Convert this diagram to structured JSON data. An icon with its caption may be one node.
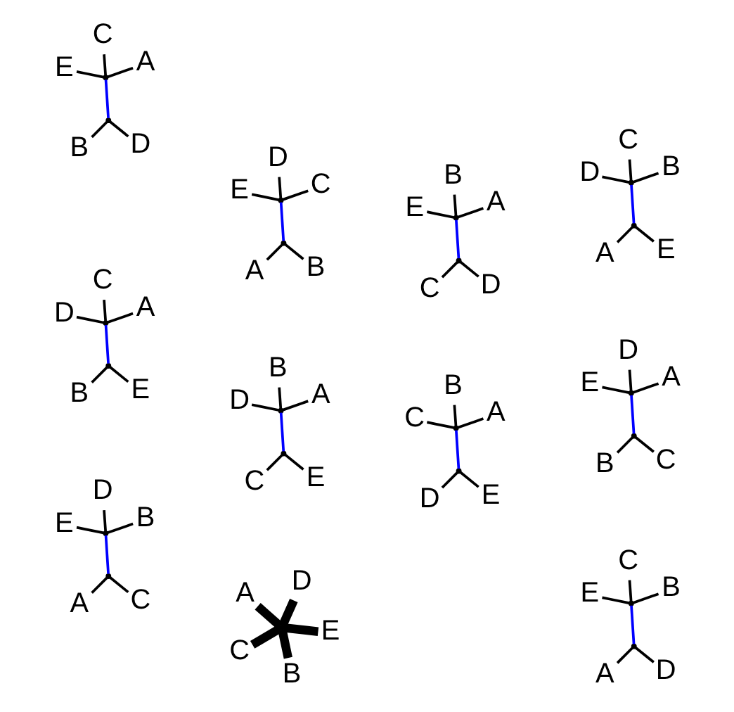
{
  "diagram": {
    "nodes": [
      {
        "text": [
          "C"
        ]
      },
      {
        "text": [
          "E"
        ]
      },
      {
        "text": [],
        "shape": "point"
      },
      {
        "text": [],
        "shape": "point"
      },
      {
        "text": [
          "A"
        ]
      },
      {
        "text": [
          "B"
        ]
      },
      {
        "text": [
          "D"
        ]
      },
      {
        "text": [
          "D"
        ]
      },
      {
        "text": [
          "E"
        ]
      },
      {
        "text": [],
        "shape": "point"
      },
      {
        "text": [],
        "shape": "point"
      },
      {
        "text": [
          "A"
        ]
      },
      {
        "text": [
          "B"
        ]
      },
      {
        "text": [
          "C"
        ]
      },
      {
        "text": [
          "C"
        ]
      },
      {
        "text": [
          "D"
        ]
      },
      {
        "text": [],
        "shape": "point"
      },
      {
        "text": [],
        "shape": "point"
      },
      {
        "text": [
          "A"
        ]
      },
      {
        "text": [
          "B"
        ]
      },
      {
        "text": [
          "E"
        ]
      },
      {
        "text": [
          "A"
        ]
      },
      {
        "text": [
          "B"
        ]
      },
      {
        "text": [],
        "shape": "point"
      },
      {
        "text": [],
        "shape": "point"
      },
      {
        "text": [
          "C"
        ]
      },
      {
        "text": [
          "D"
        ]
      },
      {
        "text": [
          "E"
        ]
      },
      {
        "text": [
          "B"
        ]
      },
      {
        "text": [
          "E"
        ]
      },
      {
        "text": [],
        "shape": "point"
      },
      {
        "text": [],
        "shape": "point"
      },
      {
        "text": [
          "A"
        ]
      },
      {
        "text": [
          "C"
        ]
      },
      {
        "text": [
          "D"
        ]
      },
      {
        "text": [
          "A"
        ]
      },
      {
        "text": [
          "E"
        ]
      },
      {
        "text": [
          "B"
        ]
      },
      {
        "text": [],
        "shape": "point"
      },
      {
        "text": [
          "D"
        ]
      },
      {
        "text": [
          "C"
        ]
      },
      {
        "text": [
          "A"
        ]
      },
      {
        "text": [
          "C"
        ]
      },
      {
        "text": [],
        "shape": "point"
      },
      {
        "text": [],
        "shape": "point"
      },
      {
        "text": [
          "B"
        ]
      },
      {
        "text": [
          "D"
        ]
      },
      {
        "text": [
          "E"
        ]
      },
      {
        "text": [
          "B"
        ]
      },
      {
        "text": [
          "D"
        ]
      },
      {
        "text": [],
        "shape": "point"
      },
      {
        "text": [],
        "shape": "point"
      },
      {
        "text": [
          "A"
        ]
      },
      {
        "text": [
          "C"
        ]
      },
      {
        "text": [
          "E"
        ]
      },
      {
        "text": [
          "A"
        ]
      },
      {
        "text": [
          "D"
        ]
      },
      {
        "text": [],
        "shape": "point"
      },
      {
        "text": [],
        "shape": "point"
      },
      {
        "text": [
          "B"
        ]
      },
      {
        "text": [
          "C"
        ]
      },
      {
        "text": [
          "E"
        ]
      },
      {
        "text": [
          "B"
        ]
      },
      {
        "text": [
          "C"
        ]
      },
      {
        "text": [],
        "shape": "point"
      },
      {
        "text": [],
        "shape": "point"
      },
      {
        "text": [
          "A"
        ]
      },
      {
        "text": [
          "D"
        ]
      },
      {
        "text": [
          "E"
        ]
      },
      {
        "text": [
          "A"
        ]
      },
      {
        "text": [
          "E"
        ]
      },
      {
        "text": [],
        "shape": "point"
      },
      {
        "text": [],
        "shape": "point"
      },
      {
        "text": [
          "B"
        ]
      },
      {
        "text": [
          "C"
        ]
      },
      {
        "text": [
          "D"
        ]
      }
    ],
    "edges": [
      {
        "from": 0,
        "to": 2,
        "arrow": "none"
      },
      {
        "from": 1,
        "to": 2,
        "arrow": "none"
      },
      {
        "from": 2,
        "to": 3,
        "arrow": "none",
        "color": "#0000ff"
      },
      {
        "from": 3,
        "to": 4,
        "arrow": "none"
      },
      {
        "from": 3,
        "to": 5,
        "arrow": "none"
      },
      {
        "from": 3,
        "to": 6,
        "arrow": "none"
      },
      {
        "from": 7,
        "to": 9,
        "arrow": "none"
      },
      {
        "from": 8,
        "to": 9,
        "arrow": "none"
      },
      {
        "from": 9,
        "to": 10,
        "arrow": "none",
        "color": "#0000ff"
      },
      {
        "from": 10,
        "to": 11,
        "arrow": "none"
      },
      {
        "from": 10,
        "to": 12,
        "arrow": "none"
      },
      {
        "from": 10,
        "to": 13,
        "arrow": "none"
      },
      {
        "from": 14,
        "to": 16,
        "arrow": "none"
      },
      {
        "from": 15,
        "to": 16,
        "arrow": "none"
      },
      {
        "from": 16,
        "to": 17,
        "arrow": "none",
        "color": "#0000ff"
      },
      {
        "from": 17,
        "to": 18,
        "arrow": "none"
      },
      {
        "from": 17,
        "to": 19,
        "arrow": "none"
      },
      {
        "from": 17,
        "to": 20,
        "arrow": "none"
      },
      {
        "from": 21,
        "to": 23,
        "arrow": "none"
      },
      {
        "from": 22,
        "to": 23,
        "arrow": "none"
      },
      {
        "from": 23,
        "to": 24,
        "arrow": "none",
        "color": "#0000ff"
      },
      {
        "from": 24,
        "to": 25,
        "arrow": "none"
      },
      {
        "from": 24,
        "to": 26,
        "arrow": "none"
      },
      {
        "from": 24,
        "to": 27,
        "arrow": "none"
      },
      {
        "from": 28,
        "to": 30,
        "arrow": "none"
      },
      {
        "from": 29,
        "to": 30,
        "arrow": "none"
      },
      {
        "from": 30,
        "to": 31,
        "arrow": "none",
        "color": "#0000ff"
      },
      {
        "from": 31,
        "to": 32,
        "arrow": "none"
      },
      {
        "from": 31,
        "to": 33,
        "arrow": "none"
      },
      {
        "from": 31,
        "to": 34,
        "arrow": "none"
      },
      {
        "from": 38,
        "to": 35,
        "arrow": "none",
        "style": "thick"
      },
      {
        "from": 38,
        "to": 36,
        "arrow": "none",
        "style": "thick"
      },
      {
        "from": 38,
        "to": 37,
        "arrow": "none",
        "style": "thick"
      },
      {
        "from": 38,
        "to": 39,
        "arrow": "none",
        "style": "thick"
      },
      {
        "from": 38,
        "to": 40,
        "arrow": "none",
        "style": "thick"
      },
      {
        "from": 41,
        "to": 43,
        "arrow": "none"
      },
      {
        "from": 42,
        "to": 43,
        "arrow": "none"
      },
      {
        "from": 43,
        "to": 44,
        "arrow": "none",
        "color": "#0000ff"
      },
      {
        "from": 44,
        "to": 45,
        "arrow": "none"
      },
      {
        "from": 44,
        "to": 46,
        "arrow": "none"
      },
      {
        "from": 44,
        "to": 47,
        "arrow": "none"
      },
      {
        "from": 48,
        "to": 50,
        "arrow": "none"
      },
      {
        "from": 49,
        "to": 50,
        "arrow": "none"
      },
      {
        "from": 50,
        "to": 51,
        "arrow": "none",
        "color": "#0000ff"
      },
      {
        "from": 51,
        "to": 52,
        "arrow": "none"
      },
      {
        "from": 51,
        "to": 53,
        "arrow": "none"
      },
      {
        "from": 51,
        "to": 54,
        "arrow": "none"
      },
      {
        "from": 55,
        "to": 57,
        "arrow": "none"
      },
      {
        "from": 56,
        "to": 57,
        "arrow": "none"
      },
      {
        "from": 57,
        "to": 58,
        "arrow": "none",
        "color": "#0000ff"
      },
      {
        "from": 58,
        "to": 59,
        "arrow": "none"
      },
      {
        "from": 58,
        "to": 60,
        "arrow": "none"
      },
      {
        "from": 58,
        "to": 61,
        "arrow": "none"
      },
      {
        "from": 62,
        "to": 64,
        "arrow": "none"
      },
      {
        "from": 63,
        "to": 64,
        "arrow": "none"
      },
      {
        "from": 64,
        "to": 65,
        "arrow": "none",
        "color": "#0000ff"
      },
      {
        "from": 65,
        "to": 66,
        "arrow": "none"
      },
      {
        "from": 65,
        "to": 67,
        "arrow": "none"
      },
      {
        "from": 65,
        "to": 68,
        "arrow": "none"
      },
      {
        "from": 69,
        "to": 71,
        "arrow": "none"
      },
      {
        "from": 70,
        "to": 71,
        "arrow": "none"
      },
      {
        "from": 71,
        "to": 72,
        "arrow": "none",
        "color": "#0000ff"
      },
      {
        "from": 72,
        "to": 73,
        "arrow": "none"
      },
      {
        "from": 72,
        "to": 74,
        "arrow": "none"
      },
      {
        "from": 72,
        "to": 75,
        "arrow": "none"
      }
    ]
  }
}
